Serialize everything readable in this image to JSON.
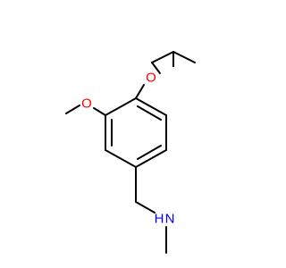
{
  "molecule": {
    "atoms": {
      "o_isopropoxy": "O",
      "o_methoxy": "O",
      "n_amine": "N",
      "h_amine": "H"
    },
    "colors": {
      "bond": "#000000",
      "oxygen": "#ff0000",
      "nitrogen": "#0000ff",
      "background": "#ffffff"
    }
  }
}
